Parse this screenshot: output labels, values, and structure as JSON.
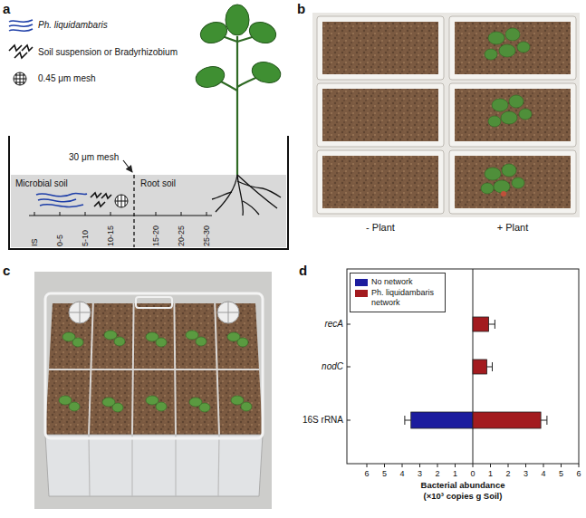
{
  "diagram": {
    "nodes": [
      {
        "text": [
          "Microbial soil"
        ]
      },
      {
        "text": [
          "Root soil"
        ]
      }
    ],
    "labels": [
      "a",
      "b",
      "c",
      "d",
      "30 μm mesh",
      "IS",
      "0-5",
      "5-10",
      "10-15",
      "15-20",
      "20-25",
      "25-30",
      "- Plant",
      "+ Plant",
      "recA",
      "nodC",
      "16S rRNA",
      "6",
      "5",
      "4",
      "3",
      "2",
      "1",
      "0",
      "1",
      "2",
      "3",
      "4",
      "5",
      "6",
      "Bacterial abundance",
      "(×10³ copies g Soil)"
    ],
    "legend": [
      {
        "text": "Ph. liquidambaris"
      },
      {
        "text": "Soil suspension or Bradyrhizobium"
      },
      {
        "text": "0.45 μm mesh"
      },
      {
        "text": "No network",
        "color": "#1c1c9e"
      },
      {
        "text": "Ph. liquidambaris network",
        "color": "#a31b1f"
      }
    ]
  }
}
